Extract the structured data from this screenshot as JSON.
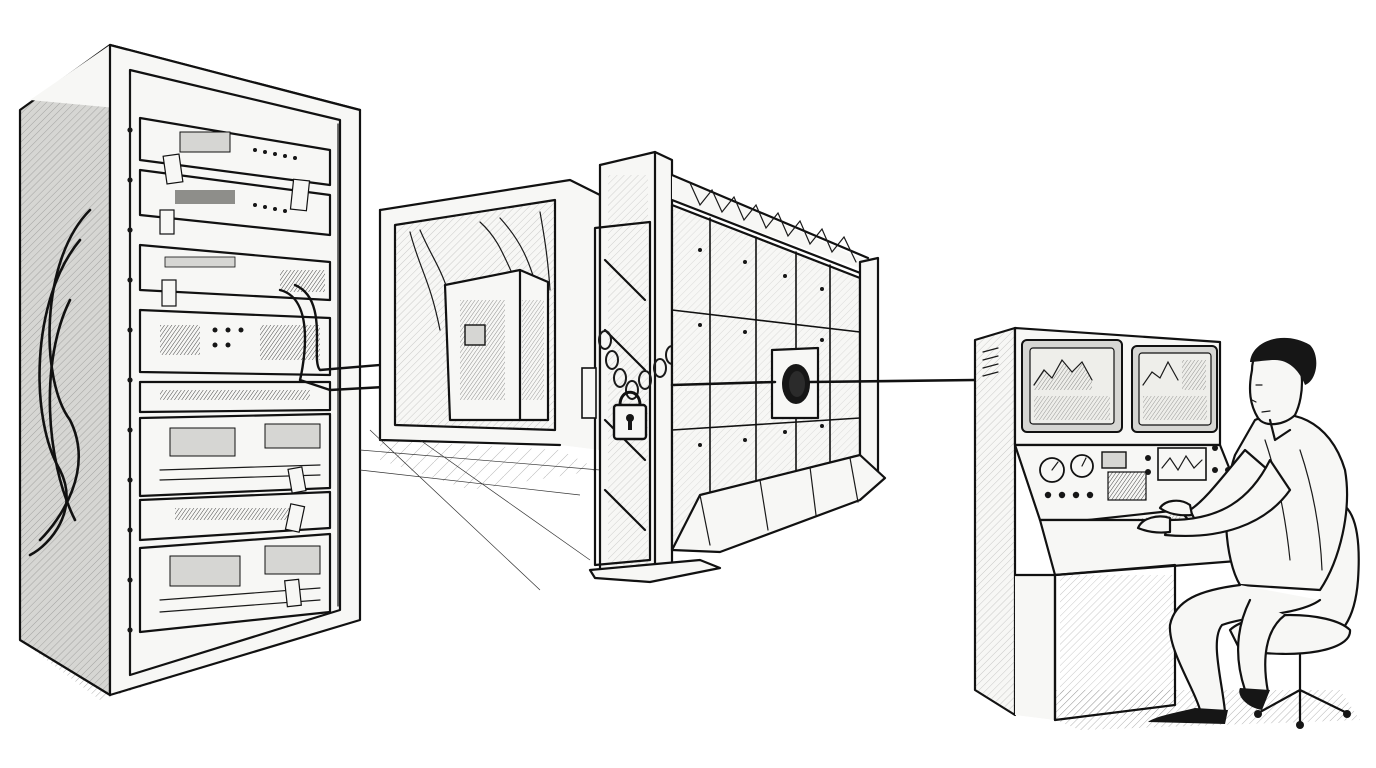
{
  "scene": {
    "elements": [
      "server-rack",
      "enclosed-server-cabinet",
      "locked-gate",
      "concrete-blast-wall",
      "control-console",
      "operator"
    ],
    "colors": {
      "ink": "#111111",
      "paper": "#f7f7f5",
      "shade": "#d6d6d3"
    }
  }
}
